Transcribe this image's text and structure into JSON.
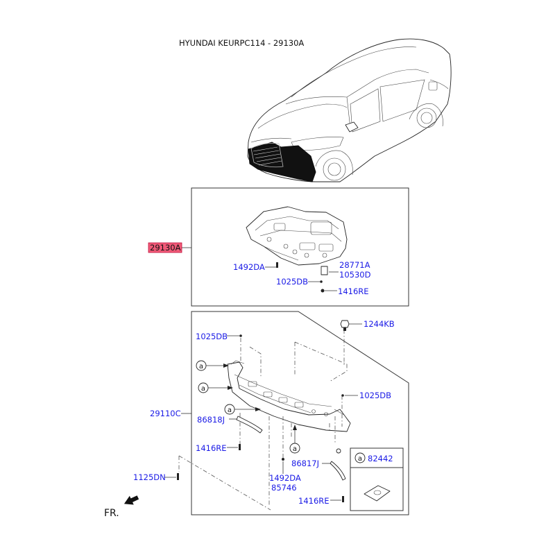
{
  "title": "HYUNDAI KEURPC114 - 29130A",
  "highlight_label": "29130A",
  "colors": {
    "label_blue": "#1a1ae6",
    "highlight_fill": "#f05a78",
    "highlight_stroke": "#c0103a"
  },
  "upper_box": {
    "labels": [
      "1492DA",
      "28771A",
      "10530D",
      "1025DB",
      "1416RE"
    ]
  },
  "lower_box": {
    "labels": {
      "top_1025DB": "1025DB",
      "bolt_1244KB": "1244KB",
      "right_1025DB": "1025DB",
      "main_part": "29110C",
      "clip_left": "86818J",
      "screw_left": "1416RE",
      "clip_right": "86817J",
      "fastener_center_1": "1492DA",
      "fastener_center_2": "85746",
      "screw_right": "1416RE",
      "outside_1125DN": "1125DN"
    },
    "ref_marker": "a",
    "inset_part": "82442"
  },
  "direction_label": "FR."
}
